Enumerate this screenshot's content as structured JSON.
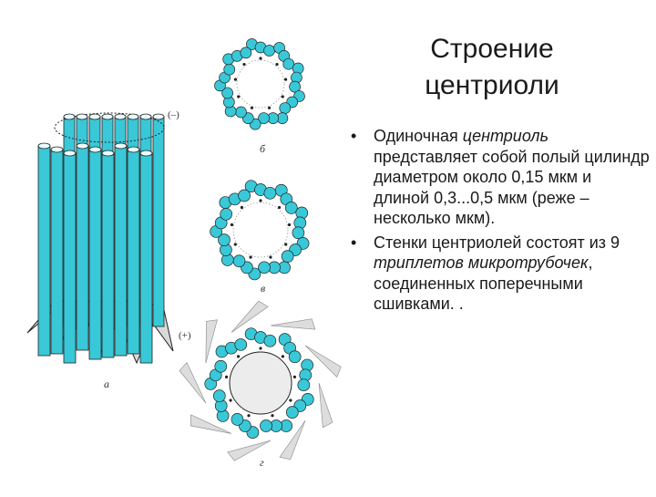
{
  "title": {
    "line1": "Строение",
    "line2": "центриоли"
  },
  "bullets": [
    {
      "prefix": "Одиночная ",
      "italic": "центриоль",
      "suffix": " представляет собой полый цилиндр диаметром около 0,15 мкм и длиной 0,3...0,5 мкм (реже – несколько мкм)."
    },
    {
      "prefix": "Стенки центриолей состоят из 9 ",
      "italic": "триплетов микротрубочек",
      "suffix": ", соединенных поперечными сшивками. ."
    }
  ],
  "figure": {
    "label_a": "а",
    "label_b": "б",
    "label_v": "в",
    "label_g": "г",
    "pole_minus": "(–)",
    "pole_plus": "(+)"
  },
  "colors": {
    "microtubule": "#39c8d8",
    "microtubule_dark": "#1f8f9e",
    "outline": "#222222"
  }
}
